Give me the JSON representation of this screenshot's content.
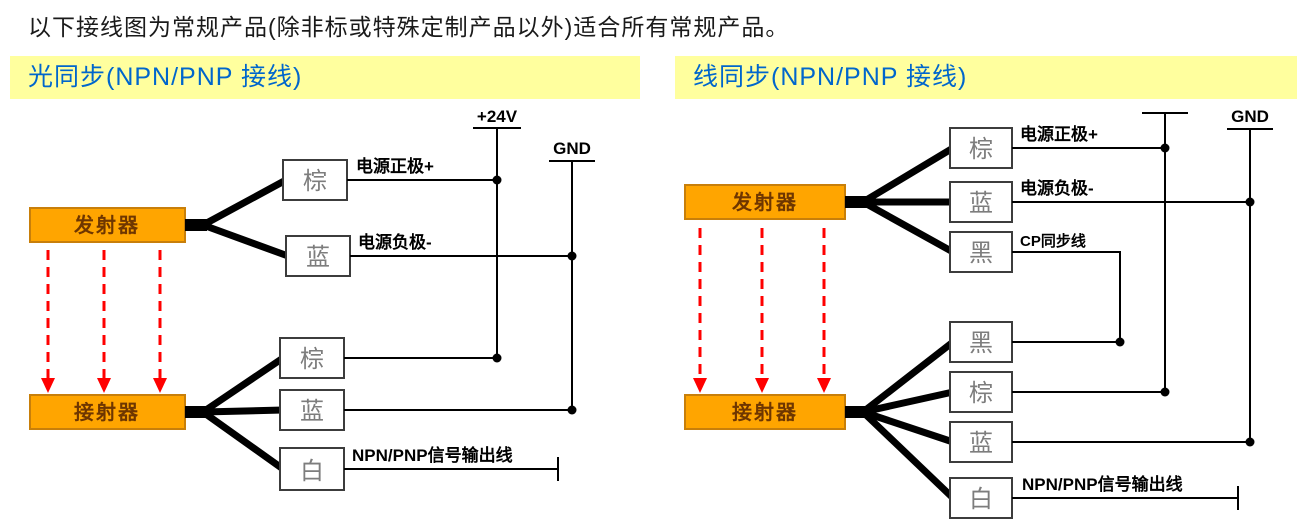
{
  "page": {
    "intro_text": "以下接线图为常规产品(除非标或特殊定制产品以外)适合所有常规产品。"
  },
  "colors": {
    "header_bg": "#FFFF9E",
    "header_text": "#0066CC",
    "device_box_fill": "#FFA500",
    "sync_arrow": "#FF0000",
    "wire": "#000000"
  },
  "panels": {
    "left": {
      "title": "光同步(NPN/PNP 接线)",
      "emitter": "发射器",
      "receiver": "接射器",
      "rails": {
        "power": "+24V",
        "ground": "GND"
      },
      "emitter_wires": [
        {
          "color": "棕",
          "label": "电源正极+"
        },
        {
          "color": "蓝",
          "label": "电源负极-"
        }
      ],
      "receiver_wires": [
        {
          "color": "棕"
        },
        {
          "color": "蓝"
        },
        {
          "color": "白",
          "label": "NPN/PNP信号输出线"
        }
      ]
    },
    "right": {
      "title": "线同步(NPN/PNP 接线)",
      "emitter": "发射器",
      "receiver": "接射器",
      "rails": {
        "ground": "GND"
      },
      "emitter_wires": [
        {
          "color": "棕",
          "label": "电源正极+"
        },
        {
          "color": "蓝",
          "label": "电源负极-"
        },
        {
          "color": "黑",
          "label": "CP同步线"
        }
      ],
      "receiver_wires": [
        {
          "color": "黑"
        },
        {
          "color": "棕"
        },
        {
          "color": "蓝"
        },
        {
          "color": "白",
          "label": "NPN/PNP信号输出线"
        }
      ]
    }
  }
}
